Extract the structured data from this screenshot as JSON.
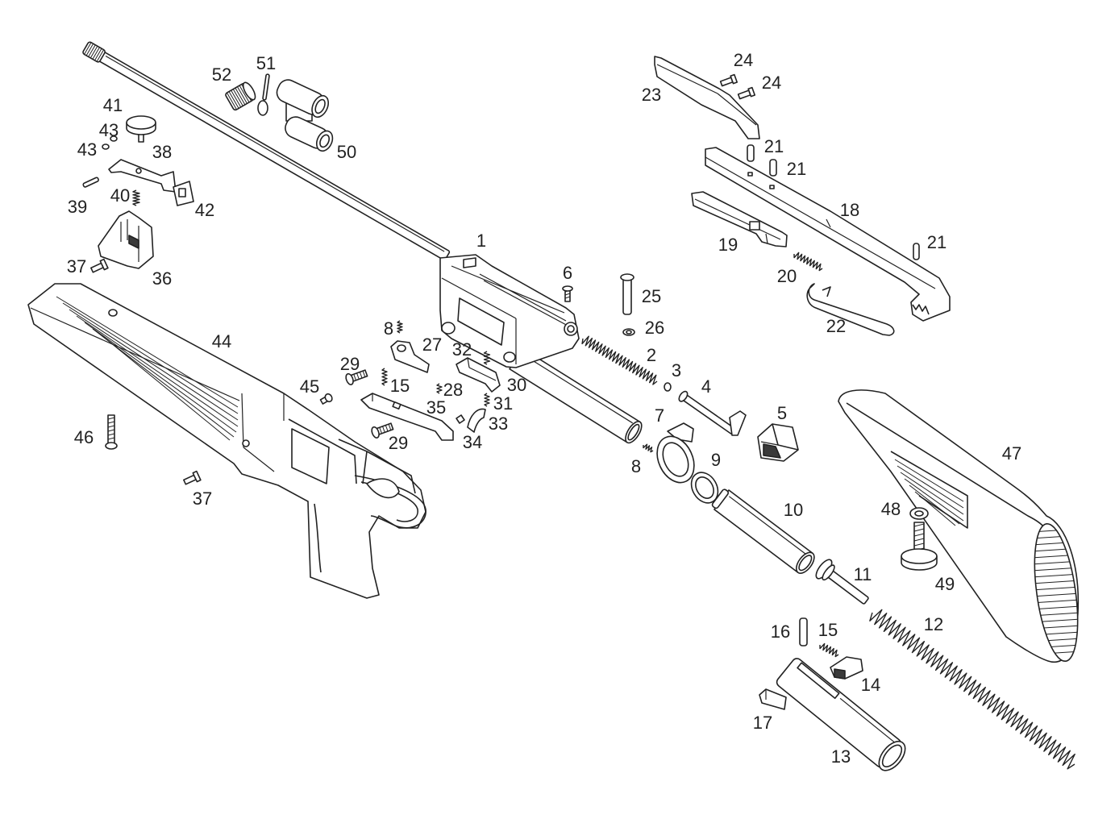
{
  "diagram": {
    "labels": [
      "52",
      "51",
      "50",
      "41",
      "43",
      "43",
      "38",
      "39",
      "40",
      "42",
      "37",
      "36",
      "44",
      "1",
      "6",
      "25",
      "26",
      "2",
      "3",
      "4",
      "5",
      "7",
      "8",
      "27",
      "32",
      "29",
      "15",
      "45",
      "28",
      "30",
      "31",
      "35",
      "33",
      "34",
      "29",
      "8",
      "9",
      "10",
      "11",
      "12",
      "16",
      "15",
      "14",
      "17",
      "13",
      "46",
      "37",
      "47",
      "48",
      "49",
      "24",
      "24",
      "23",
      "21",
      "21",
      "18",
      "21",
      "19",
      "20",
      "22"
    ]
  },
  "colors": {
    "line": "#222222",
    "background": "#ffffff"
  }
}
